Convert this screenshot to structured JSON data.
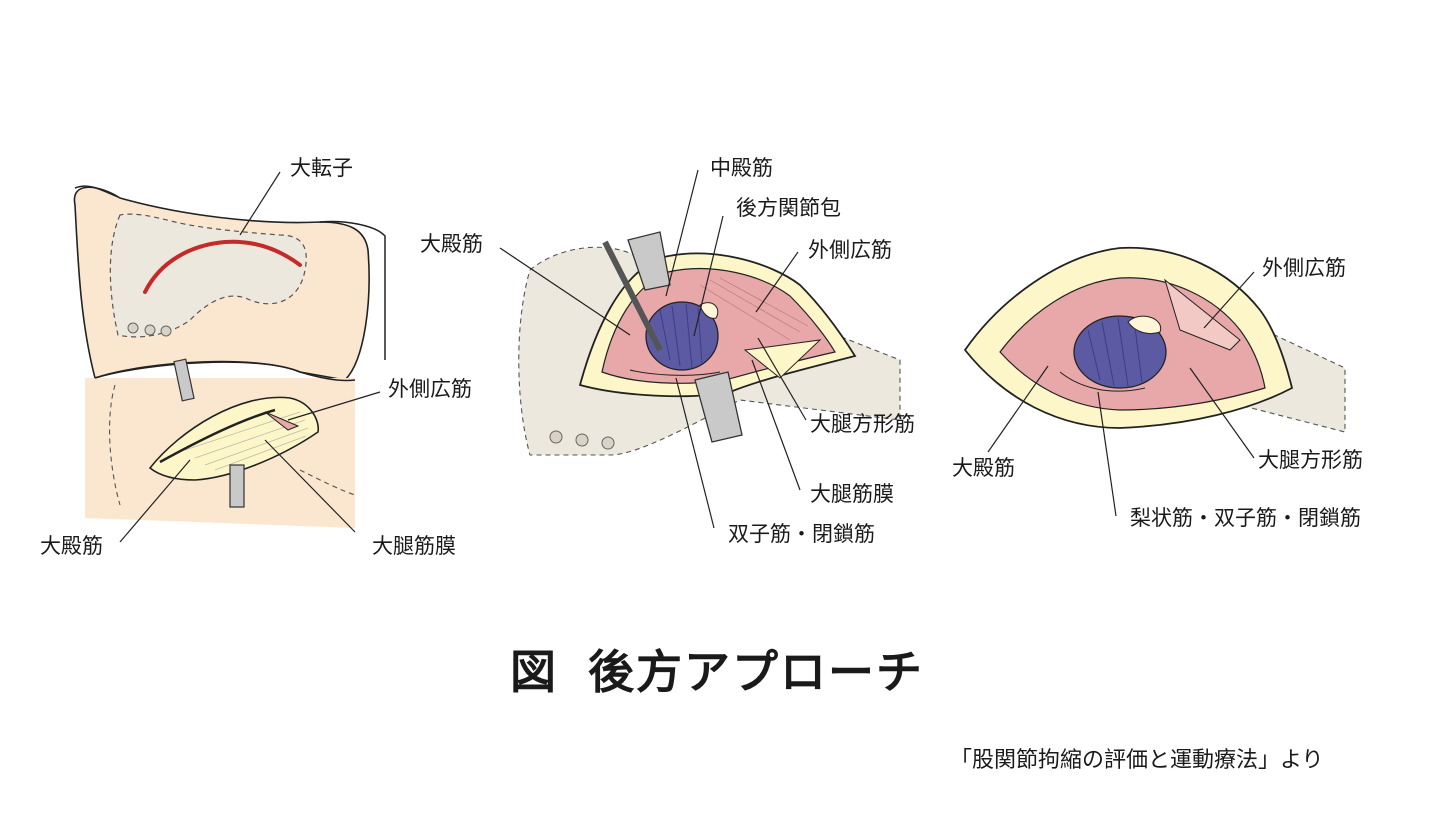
{
  "colors": {
    "skin": "#fbe7cf",
    "bone": "#ece8de",
    "fat": "#fcf6c8",
    "muscle": "#e8a7a8",
    "capsule": "#5b5aa3",
    "incision": "#c52a2a",
    "retractor": "#c9c9c9",
    "line": "#222222"
  },
  "panel1": {
    "labels": {
      "greater_trochanter": "大転子",
      "vastus_lateralis": "外側広筋",
      "gluteus_maximus": "大殿筋",
      "fascia_lata": "大腿筋膜"
    }
  },
  "panel2": {
    "labels": {
      "gluteus_medius": "中殿筋",
      "posterior_capsule": "後方関節包",
      "gluteus_maximus": "大殿筋",
      "vastus_lateralis": "外側広筋",
      "quadratus_femoris": "大腿方形筋",
      "fascia_lata": "大腿筋膜",
      "gemelli_obturator": "双子筋・閉鎖筋"
    }
  },
  "panel3": {
    "labels": {
      "vastus_lateralis": "外側広筋",
      "gluteus_maximus": "大殿筋",
      "quadratus_femoris": "大腿方形筋",
      "piriformis_gemelli_obturator": "梨状筋・双子筋・閉鎖筋"
    }
  },
  "title": {
    "figure": "図",
    "name": "後方アプローチ"
  },
  "source": "「股関節拘縮の評価と運動療法」より"
}
